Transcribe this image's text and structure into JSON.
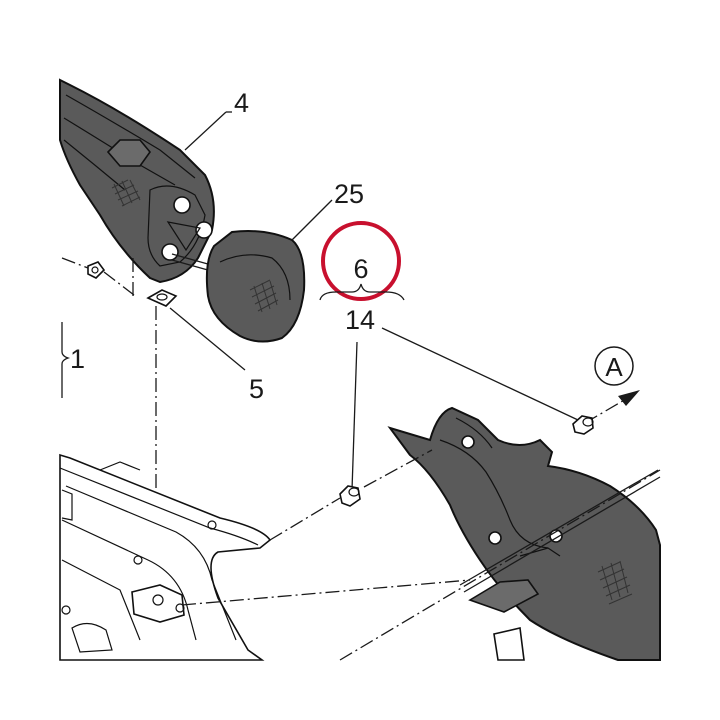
{
  "diagram": {
    "callouts": {
      "part_4": "4",
      "part_25": "25",
      "part_6": "6",
      "part_14": "14",
      "part_5": "5",
      "part_1": "1",
      "view_a": "A"
    },
    "highlight_color": "#c8102e",
    "line_color": "#1a1a1a",
    "part_fill_color": "#5a5a5a"
  }
}
